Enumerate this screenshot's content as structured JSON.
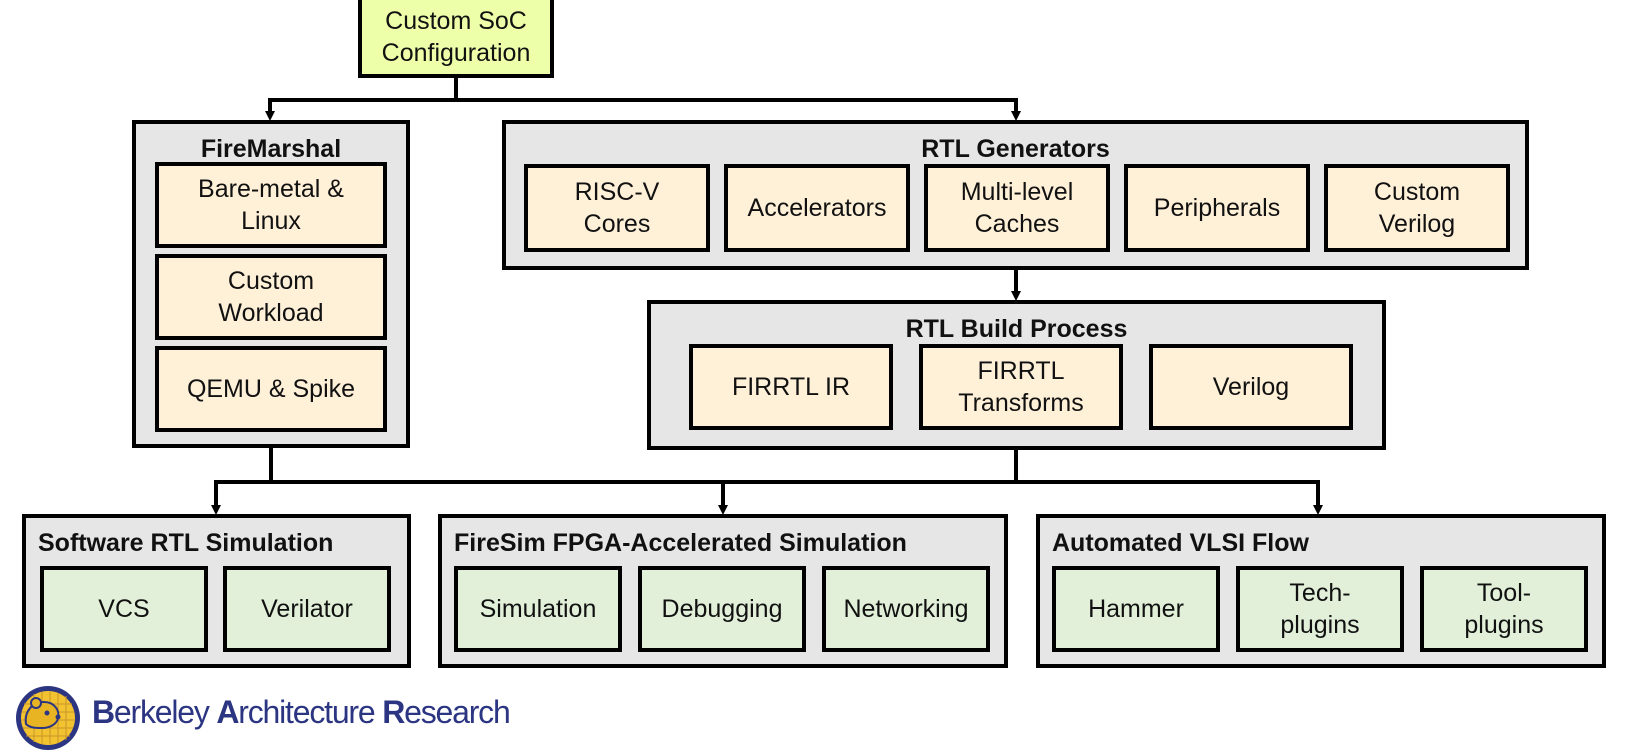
{
  "root": {
    "label": "Custom SoC\nConfiguration"
  },
  "firemarshal": {
    "title": "FireMarshal",
    "items": [
      "Bare-metal &\nLinux",
      "Custom\nWorkload",
      "QEMU & Spike"
    ]
  },
  "rtl_generators": {
    "title": "RTL Generators",
    "items": [
      "RISC-V\nCores",
      "Accelerators",
      "Multi-level\nCaches",
      "Peripherals",
      "Custom\nVerilog"
    ]
  },
  "rtl_build": {
    "title": "RTL Build Process",
    "items": [
      "FIRRTL IR",
      "FIRRTL\nTransforms",
      "Verilog"
    ]
  },
  "software_sim": {
    "title": "Software RTL Simulation",
    "items": [
      "VCS",
      "Verilator"
    ]
  },
  "firesim": {
    "title": "FireSim FPGA-Accelerated Simulation",
    "items": [
      "Simulation",
      "Debugging",
      "Networking"
    ]
  },
  "vlsi": {
    "title": "Automated VLSI Flow",
    "items": [
      "Hammer",
      "Tech-\nplugins",
      "Tool-\nplugins"
    ]
  },
  "logo": {
    "b": "B",
    "b_rest": "erkeley ",
    "a": "A",
    "a_rest": "rchitecture ",
    "r": "R",
    "r_rest": "esearch"
  },
  "colors": {
    "root": "#eeffaa",
    "yellow_box": "#fff0d8",
    "green_box": "#e2f0d9",
    "group": "#e6e6e6",
    "logo_blue": "#2b3582",
    "logo_gold": "#f2c230"
  }
}
